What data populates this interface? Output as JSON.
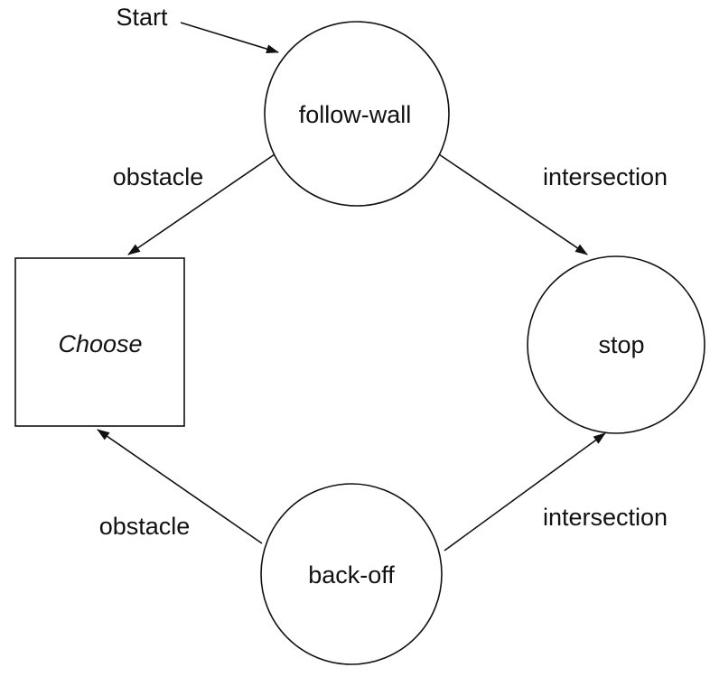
{
  "diagram": {
    "start_label": "Start",
    "nodes": {
      "follow_wall": "follow-wall",
      "choose": "Choose",
      "stop": "stop",
      "back_off": "back-off"
    },
    "edges": {
      "follow_wall_to_choose": "obstacle",
      "follow_wall_to_stop": "intersection",
      "back_off_to_choose": "obstacle",
      "back_off_to_stop": "intersection"
    }
  }
}
